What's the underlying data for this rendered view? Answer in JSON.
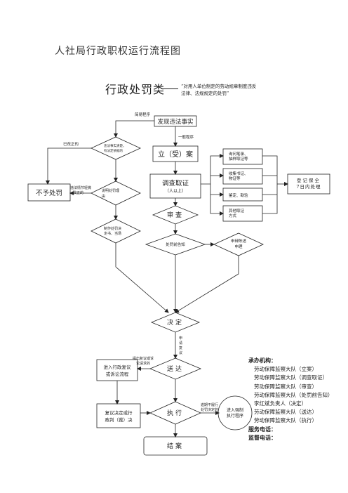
{
  "title": "人社局行政职权运行流程图",
  "category": {
    "title": "行政处罚类",
    "description": "“对用人单位制定的劳动规章制度违反法律、法规规定的处罚”"
  },
  "flow": {
    "discover": "发现违法事实",
    "simple_procedure": "简易程序",
    "general_procedure": "一般程序",
    "illegal_fact_unclear": "已改正的",
    "simple_check": [
      "违法事实清楚，",
      "有法定依据的"
    ],
    "file_case": "立（受）案",
    "no_penalty": "不予处罚",
    "no_penalty_reason_1": "违法情节轻微",
    "no_penalty_reason_2": "改正的",
    "ruling_decision": [
      "说明处罚理",
      "由"
    ],
    "on_site_decision": [
      "制作处罚决",
      "定书、当场"
    ],
    "investigate_title": "调查取证",
    "investigate_sub": "（人以上）",
    "evidence_methods": [
      [
        "询问笔录、",
        "抽样取证等"
      ],
      [
        "收集书证、",
        "物证等"
      ],
      [
        "鉴定、勘验"
      ],
      [
        "其他取证",
        "方式"
      ]
    ],
    "register_preserve": [
      "登记保全",
      "7日内处理"
    ],
    "review": "审查",
    "notify": "处罚前告知",
    "hearing": [
      "申辩陈述",
      "申理"
    ],
    "decide": "决定",
    "decide_note": [
      "申",
      "请",
      "复",
      "议"
    ],
    "deliver": "送达",
    "reconsider_note": [
      "提出复议或诉",
      "讼请求的"
    ],
    "reconsider_box": [
      "进入行政复议",
      "或诉讼流程"
    ],
    "execute": "执行",
    "enforce_note": [
      "逾期不履行",
      "处罚决定的"
    ],
    "enforce_circle": [
      "进入强制",
      "执行程序"
    ],
    "review_result": [
      "复议决定或行",
      "政判（裁）决"
    ],
    "close": "结案"
  },
  "contact": {
    "agency_label": "承办机构：",
    "agencies": [
      "劳动保障监察大队（立案）",
      "劳动保障监察大队（调查取证）",
      "劳动保障监察大队（审查）",
      "劳动保障监察大队（处罚前告知）",
      "李红斌负责人（决定）",
      "劳动保障监察大队（送达）",
      "劳动保障监察大队（执行）"
    ],
    "service_phone_label": "服务电话：",
    "supervise_phone_label": "监督电话："
  }
}
